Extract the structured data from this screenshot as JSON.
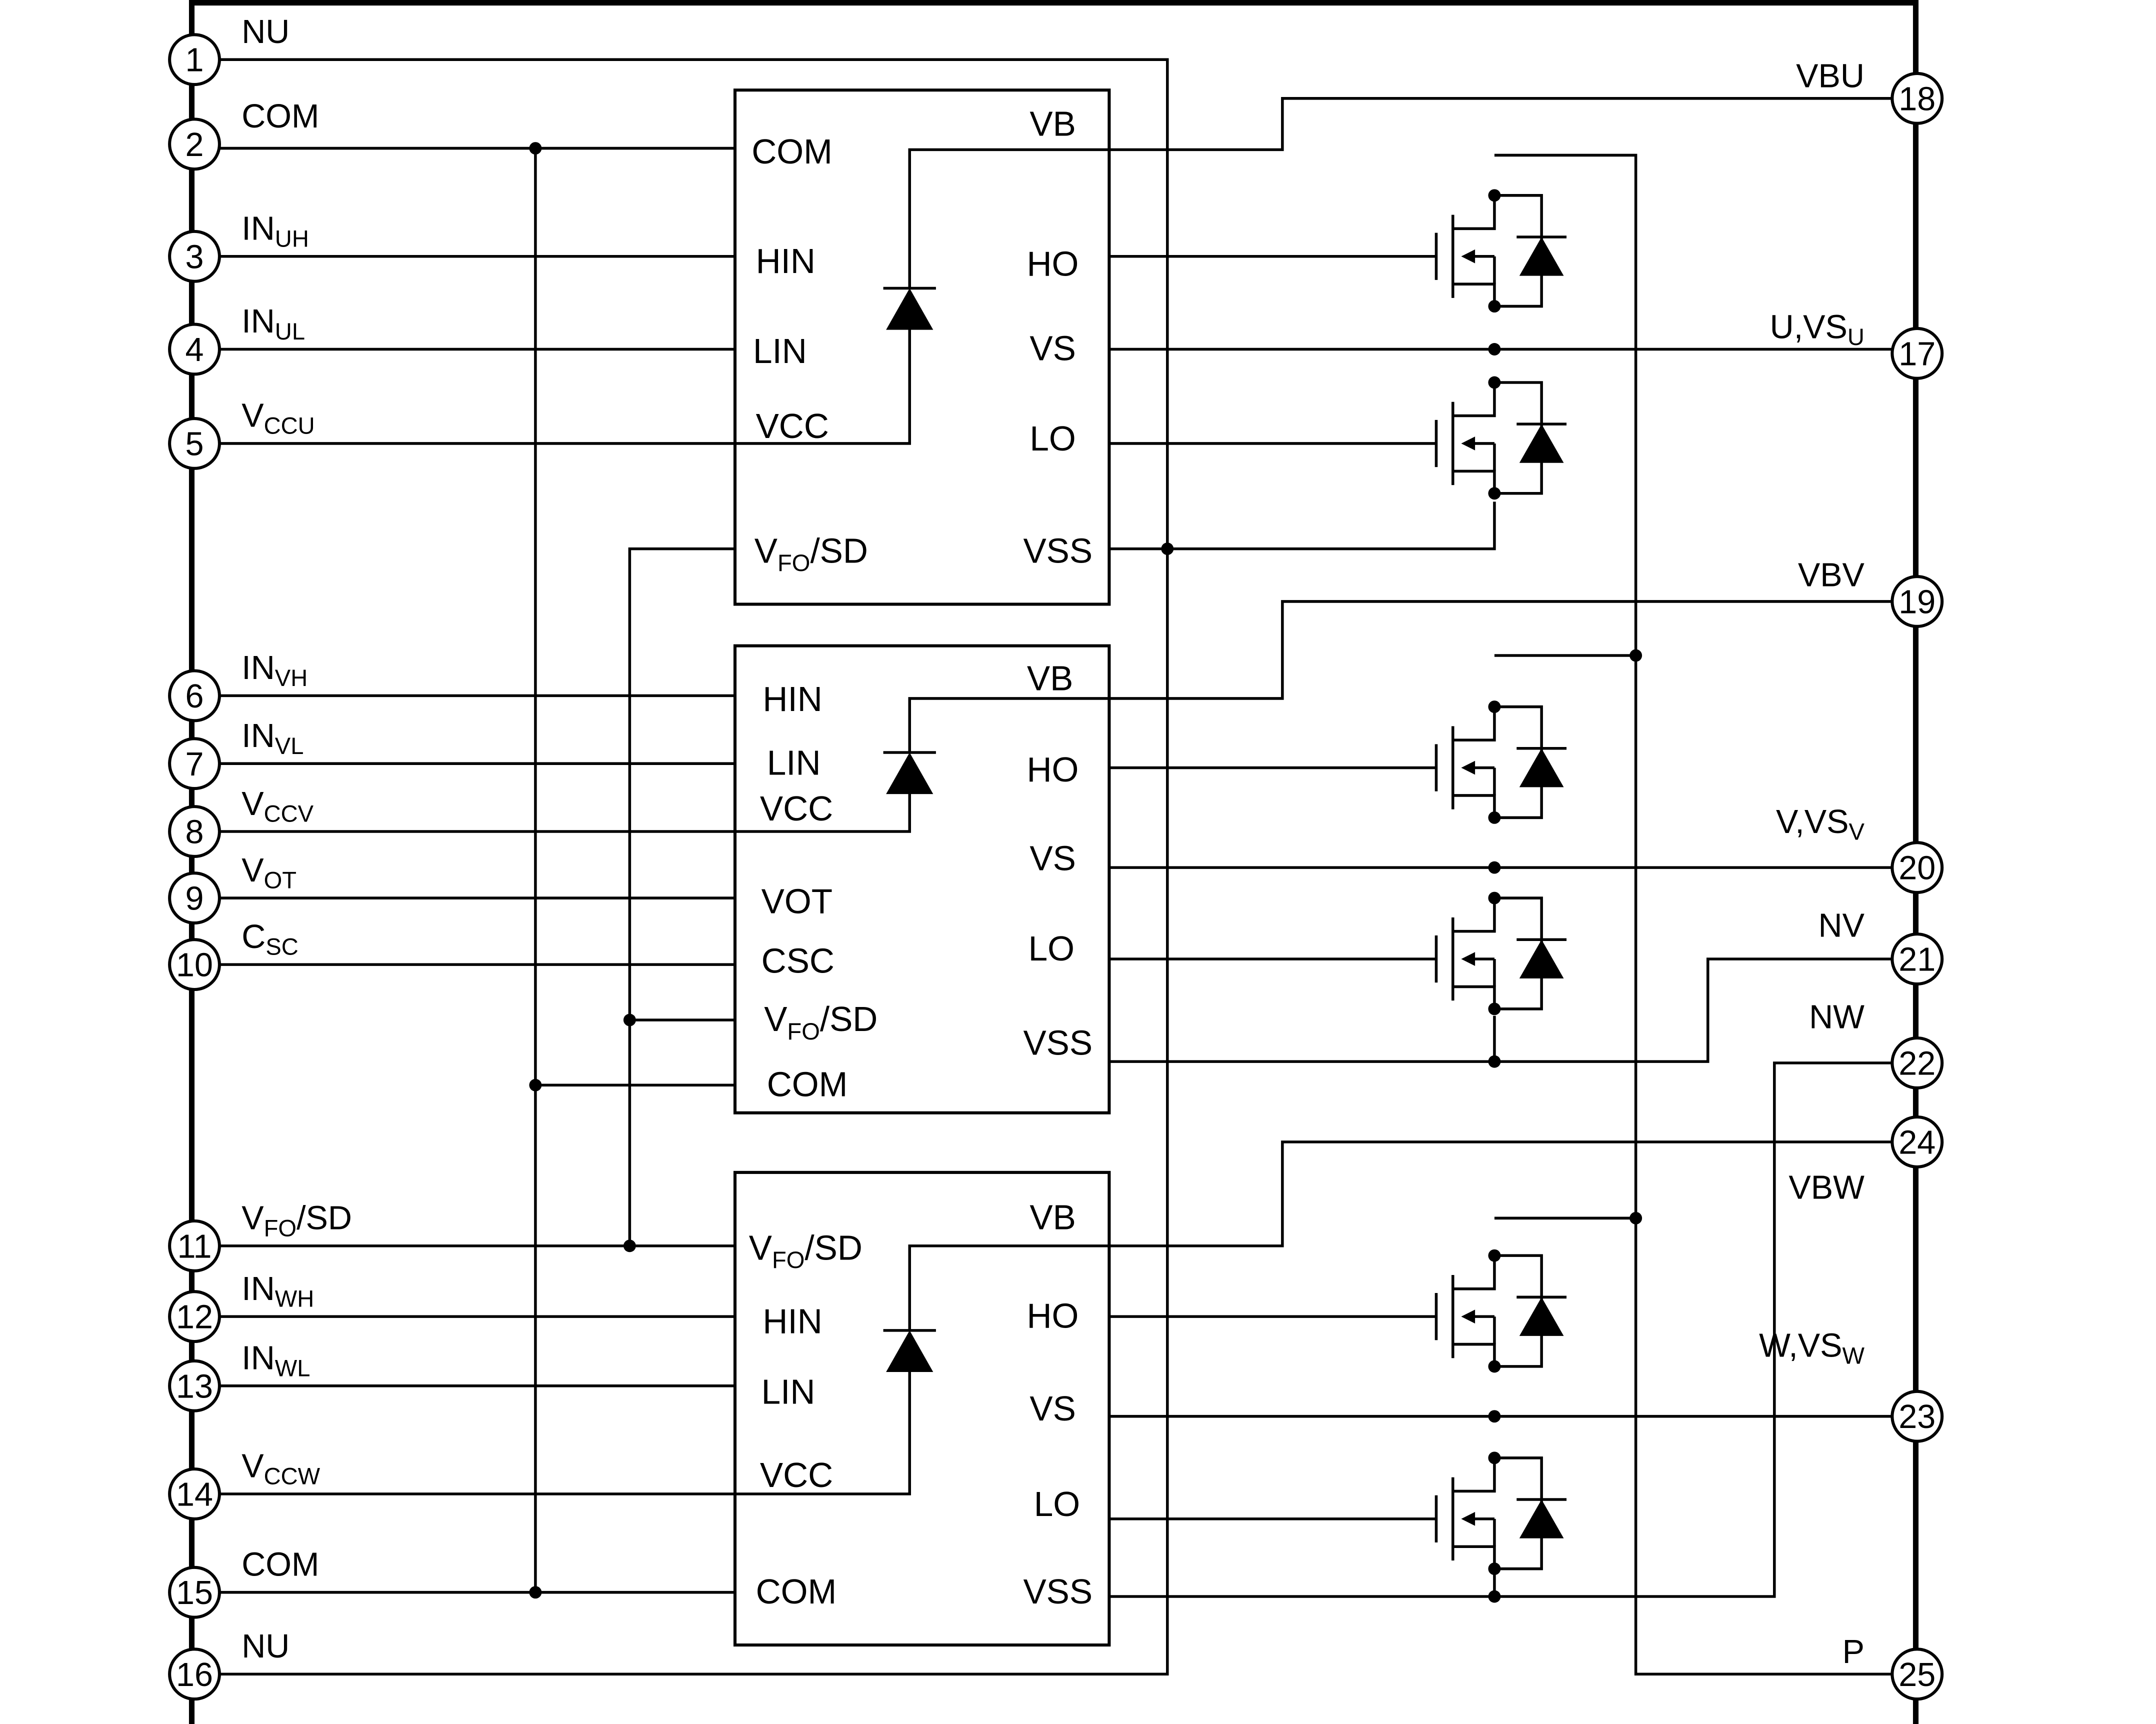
{
  "left_pins": [
    {
      "num": "1",
      "label": "NU"
    },
    {
      "num": "2",
      "label": "COM"
    },
    {
      "num": "3",
      "label": "IN",
      "sub": "UH"
    },
    {
      "num": "4",
      "label": "IN",
      "sub": "UL"
    },
    {
      "num": "5",
      "label": "V",
      "sub": "CCU"
    },
    {
      "num": "6",
      "label": "IN",
      "sub": "VH"
    },
    {
      "num": "7",
      "label": "IN",
      "sub": "VL"
    },
    {
      "num": "8",
      "label": "V",
      "sub": "CCV"
    },
    {
      "num": "9",
      "label": "V",
      "sub": "OT"
    },
    {
      "num": "10",
      "label": "C",
      "sub": "SC"
    },
    {
      "num": "11",
      "label": "V",
      "sub": "FO",
      "tail": "/SD"
    },
    {
      "num": "12",
      "label": "IN",
      "sub": "WH"
    },
    {
      "num": "13",
      "label": "IN",
      "sub": "WL"
    },
    {
      "num": "14",
      "label": "V",
      "sub": "CCW"
    },
    {
      "num": "15",
      "label": "COM"
    },
    {
      "num": "16",
      "label": "NU"
    }
  ],
  "right_pins": [
    {
      "num": "18",
      "label": "VBU"
    },
    {
      "num": "17",
      "label": "U,VS",
      "sub": "U"
    },
    {
      "num": "19",
      "label": "VBV"
    },
    {
      "num": "20",
      "label": "V,VS",
      "sub": "V"
    },
    {
      "num": "21",
      "label": "NV"
    },
    {
      "num": "22",
      "label": "NW"
    },
    {
      "num": "24",
      "label": "VBW"
    },
    {
      "num": "23",
      "label": "W,VS",
      "sub": "W"
    },
    {
      "num": "25",
      "label": "P"
    }
  ],
  "driver_u": {
    "left": [
      {
        "label": "COM"
      },
      {
        "label": "HIN"
      },
      {
        "label": "LIN"
      },
      {
        "label": "VCC"
      },
      {
        "label": "V",
        "sub": "FO",
        "tail": "/SD"
      }
    ],
    "right": [
      "VB",
      "HO",
      "VS",
      "LO",
      "VSS"
    ]
  },
  "driver_v": {
    "left": [
      {
        "label": "HIN"
      },
      {
        "label": "LIN"
      },
      {
        "label": "VCC"
      },
      {
        "label": "VOT"
      },
      {
        "label": "CSC"
      },
      {
        "label": "V",
        "sub": "FO",
        "tail": "/SD"
      },
      {
        "label": "COM"
      }
    ],
    "right": [
      "VB",
      "HO",
      "VS",
      "LO",
      "VSS"
    ]
  },
  "driver_w": {
    "left": [
      {
        "label": "V",
        "sub": "FO",
        "tail": "/SD"
      },
      {
        "label": "HIN"
      },
      {
        "label": "LIN"
      },
      {
        "label": "VCC"
      },
      {
        "label": "COM"
      }
    ],
    "right": [
      "VB",
      "HO",
      "VS",
      "LO",
      "VSS"
    ]
  }
}
